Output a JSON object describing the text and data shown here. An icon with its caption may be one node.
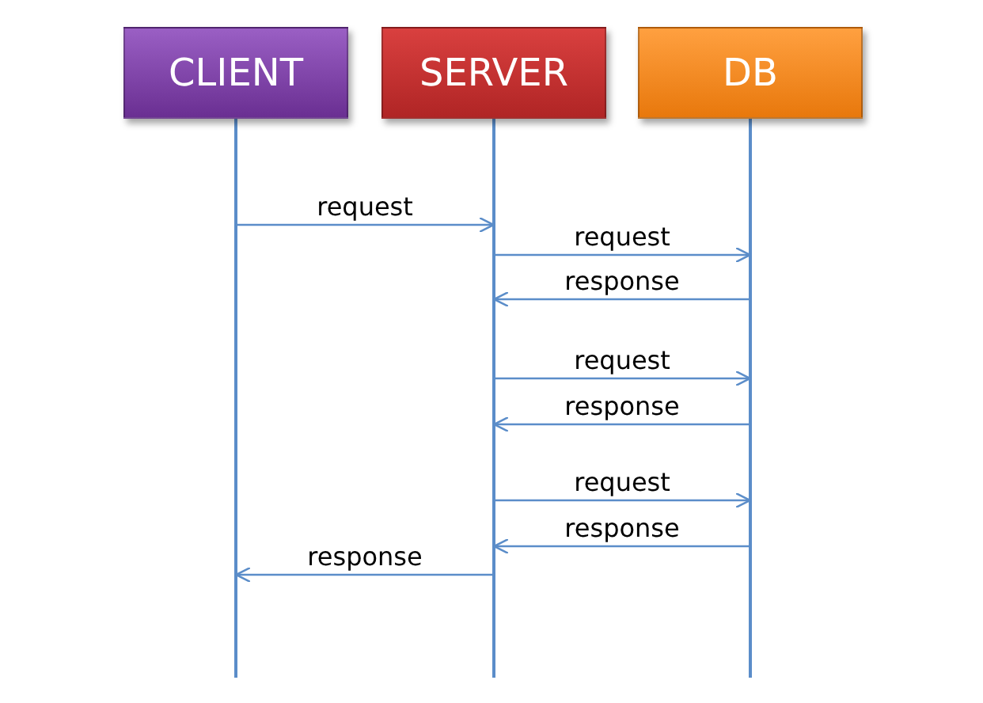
{
  "diagram": {
    "nodes": [
      {
        "text": [
          "CLIENT"
        ]
      },
      {
        "text": [
          "SERVER"
        ]
      },
      {
        "text": [
          "DB"
        ]
      }
    ],
    "edges": [
      {
        "from": 0,
        "to": 1,
        "arrow": "to",
        "label": "request"
      },
      {
        "from": 1,
        "to": 2,
        "arrow": "to",
        "label": "request"
      },
      {
        "from": 2,
        "to": 1,
        "arrow": "to",
        "label": "response"
      },
      {
        "from": 1,
        "to": 2,
        "arrow": "to",
        "label": "request"
      },
      {
        "from": 2,
        "to": 1,
        "arrow": "to",
        "label": "response"
      },
      {
        "from": 1,
        "to": 2,
        "arrow": "to",
        "label": "request"
      },
      {
        "from": 2,
        "to": 1,
        "arrow": "to",
        "label": "response"
      },
      {
        "from": 1,
        "to": 0,
        "arrow": "to",
        "label": "response"
      }
    ]
  }
}
